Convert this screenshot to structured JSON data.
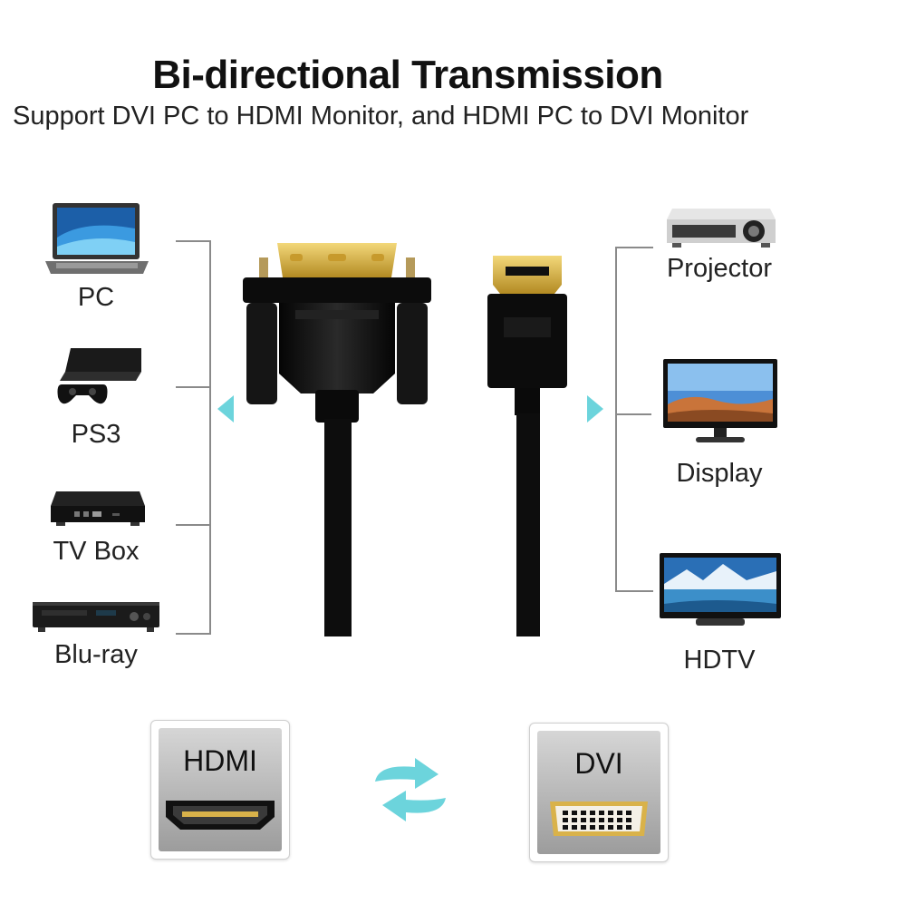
{
  "header": {
    "title": "Bi-directional Transmission",
    "subtitle": "Support DVI PC to HDMI Monitor, and HDMI PC to DVI Monitor"
  },
  "sources": [
    {
      "label": "PC",
      "icon": "laptop-icon"
    },
    {
      "label": "PS3",
      "icon": "game-console-icon"
    },
    {
      "label": "TV Box",
      "icon": "tv-box-icon"
    },
    {
      "label": "Blu-ray",
      "icon": "blu-ray-player-icon"
    }
  ],
  "outputs": [
    {
      "label": "Projector",
      "icon": "projector-icon"
    },
    {
      "label": "Display",
      "icon": "monitor-icon"
    },
    {
      "label": "HDTV",
      "icon": "hdtv-icon"
    }
  ],
  "ports": {
    "hdmi_label": "HDMI",
    "dvi_label": "DVI"
  },
  "colors": {
    "arrow": "#6cd4dc",
    "gold": "#d9b24a",
    "cable": "#0d0d0d"
  }
}
